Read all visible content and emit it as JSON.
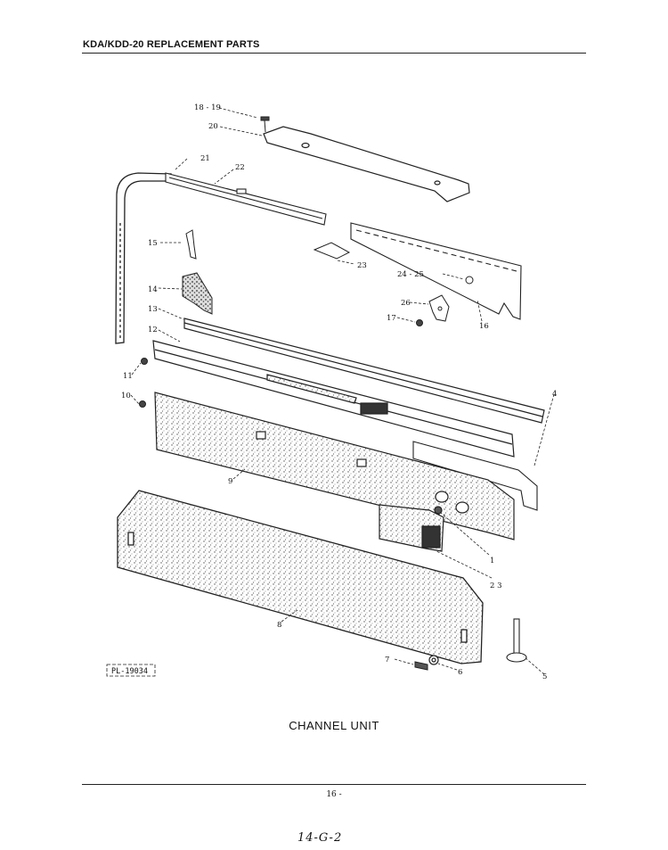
{
  "header": {
    "title": "KDA/KDD-20 REPLACEMENT PARTS"
  },
  "figure": {
    "caption": "CHANNEL UNIT",
    "reference": "PL-19034",
    "callouts": [
      "18 - 19",
      "20",
      "21",
      "22",
      "15",
      "23",
      "24 - 25",
      "14",
      "26",
      "17",
      "16",
      "13",
      "12",
      "11",
      "10",
      "4",
      "9",
      "1",
      "2  3",
      "8",
      "7",
      "6",
      "5"
    ]
  },
  "footer": {
    "page_number": "16 -",
    "handwritten_note": "14-G-2"
  }
}
